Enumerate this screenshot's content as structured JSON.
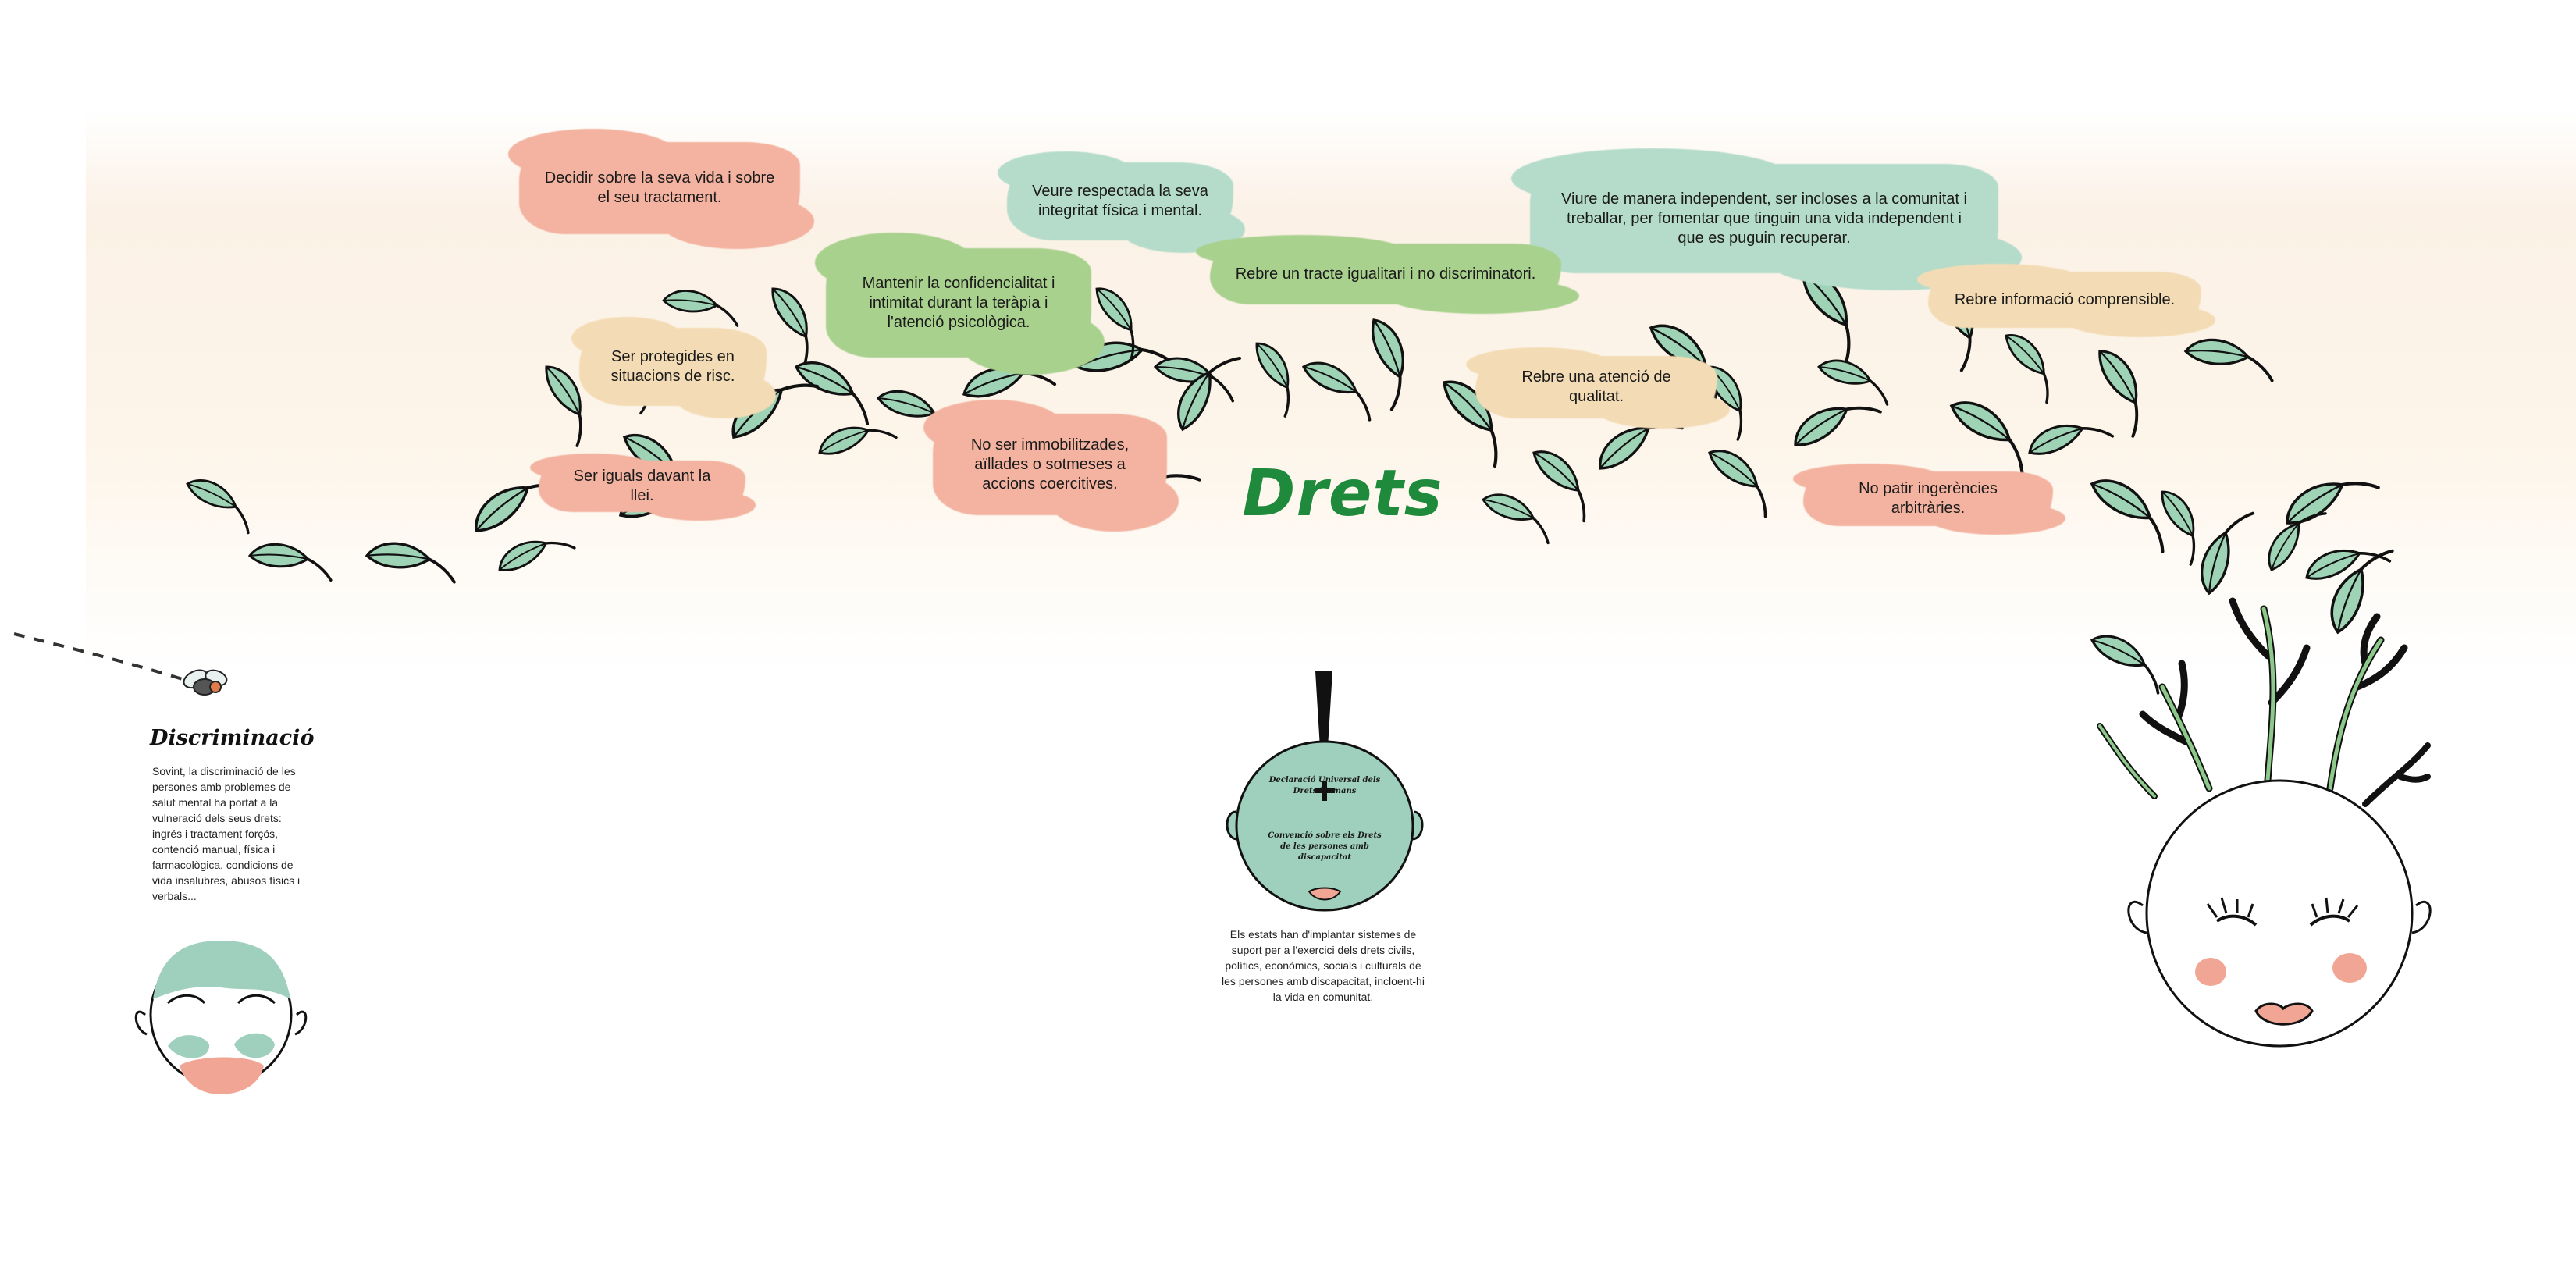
{
  "title": "Drets",
  "rights": [
    {
      "text": "Decidir sobre la seva vida i sobre el seu tractament.",
      "color": "#f3b3a0"
    },
    {
      "text": "Veure respectada la seva integritat física i mental.",
      "color": "#b5dccb"
    },
    {
      "text": "Viure de manera independent, ser incloses a la comunitat i treballar, per fomentar que tinguin una vida independent i que es puguin recuperar.",
      "color": "#b5dccb"
    },
    {
      "text": "Mantenir la confidencialitat i intimitat durant la teràpia i l'atenció psicològica.",
      "color": "#a9d18e"
    },
    {
      "text": "Rebre un tracte igualitari i no discriminatori.",
      "color": "#a9d18e"
    },
    {
      "text": "Rebre informació comprensible.",
      "color": "#f3dcb5"
    },
    {
      "text": "Ser protegides en situacions de risc.",
      "color": "#f3dcb5"
    },
    {
      "text": "Rebre una atenció de qualitat.",
      "color": "#f3dcb5"
    },
    {
      "text": "Ser iguals davant la llei.",
      "color": "#f3b3a0"
    },
    {
      "text": "No ser immobilitzades, aïllades o sotmeses a accions coercitives.",
      "color": "#f3b3a0"
    },
    {
      "text": "No patir ingerències arbitràries.",
      "color": "#f3b3a0"
    }
  ],
  "discrimination": {
    "title": "Discriminació",
    "body": "Sovint, la discriminació de les persones amb problemes de salut mental ha portat a la vulneració dels seus drets: ingrés i tractament forçós, contenció manual, física i farmacològica, condicions de vida insalubres, abusos físics i verbals..."
  },
  "convention": {
    "line1": "Declaració Universal dels Drets Humans",
    "plus": "+",
    "line2": "Convenció sobre els Drets de les persones amb discapacitat",
    "body": "Els estats han d'implantar sistemes de suport per a l'exercici dels drets civils, polítics, econòmics, socials i culturals de les persones amb discapacitat, incloent-hi la vida en comunitat."
  },
  "colors": {
    "title_green": "#1f8a3c",
    "leaf_fill": "#9fd3b6",
    "leaf_fill_alt": "#a9d18e",
    "head_teal": "#9fd0bd",
    "blush": "#f1a595",
    "branch_green": "#8cc98a"
  }
}
